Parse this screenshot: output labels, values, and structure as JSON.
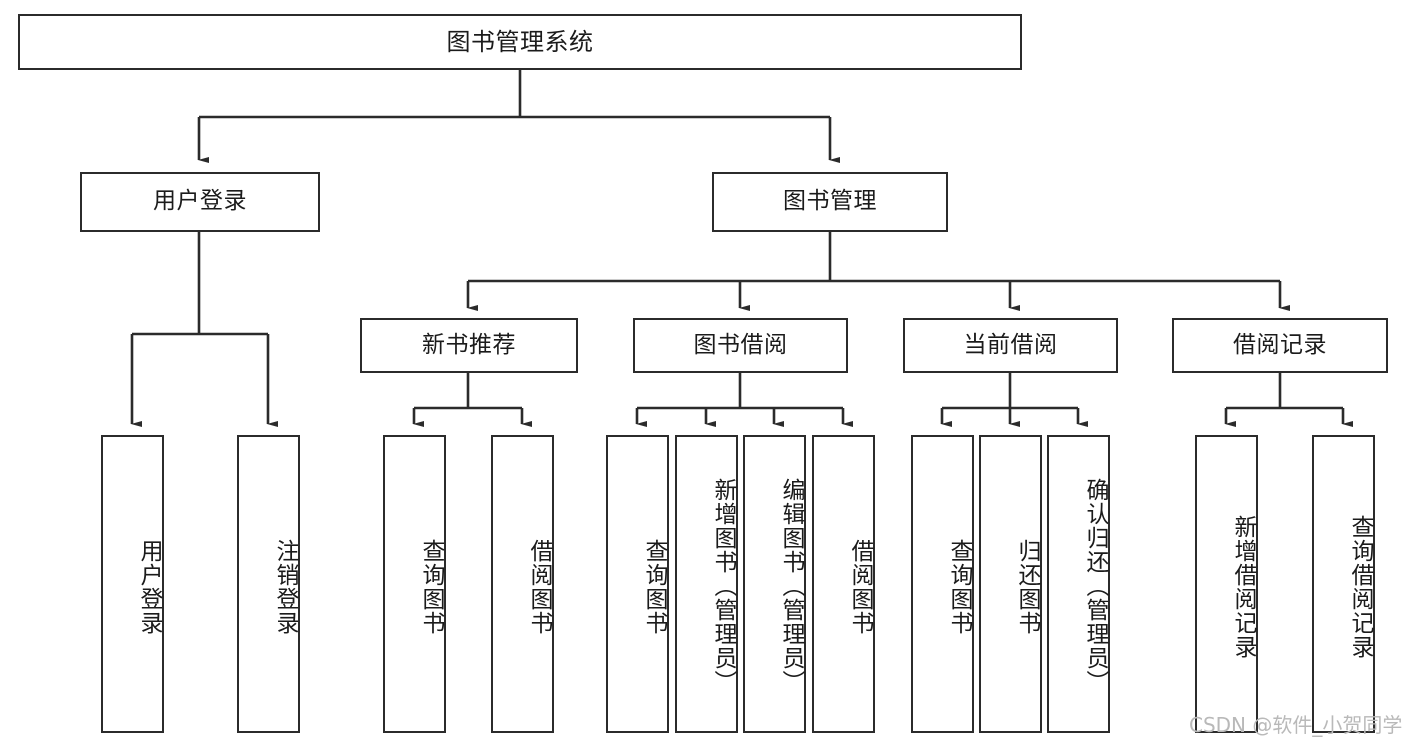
{
  "diagram": {
    "title": "图书管理系统",
    "type": "hierarchy-tree",
    "watermark": "CSDN @软件_小贺同学",
    "colors": {
      "stroke": "#2b2b2b",
      "fill": "#ffffff",
      "text": "#1b1b1b",
      "watermark": "#b9b9b9"
    },
    "root": {
      "label": "图书管理系统"
    },
    "level2": [
      {
        "label": "用户登录"
      },
      {
        "label": "图书管理"
      }
    ],
    "level3": [
      {
        "label": "新书推荐"
      },
      {
        "label": "图书借阅"
      },
      {
        "label": "当前借阅"
      },
      {
        "label": "借阅记录"
      }
    ],
    "leaves": {
      "user_login": [
        {
          "label": "用户登录"
        },
        {
          "label": "注销登录"
        }
      ],
      "new_book": [
        {
          "label": "查询图书"
        },
        {
          "label": "借阅图书"
        }
      ],
      "book_borrow": [
        {
          "label": "查询图书"
        },
        {
          "label": "新增图书（管理员）"
        },
        {
          "label": "编辑图书（管理员）"
        },
        {
          "label": "借阅图书"
        }
      ],
      "current_borrow": [
        {
          "label": "查询图书"
        },
        {
          "label": "归还图书"
        },
        {
          "label": "确认归还（管理员）"
        }
      ],
      "borrow_record": [
        {
          "label": "新增借阅记录"
        },
        {
          "label": "查询借阅记录"
        }
      ]
    }
  }
}
